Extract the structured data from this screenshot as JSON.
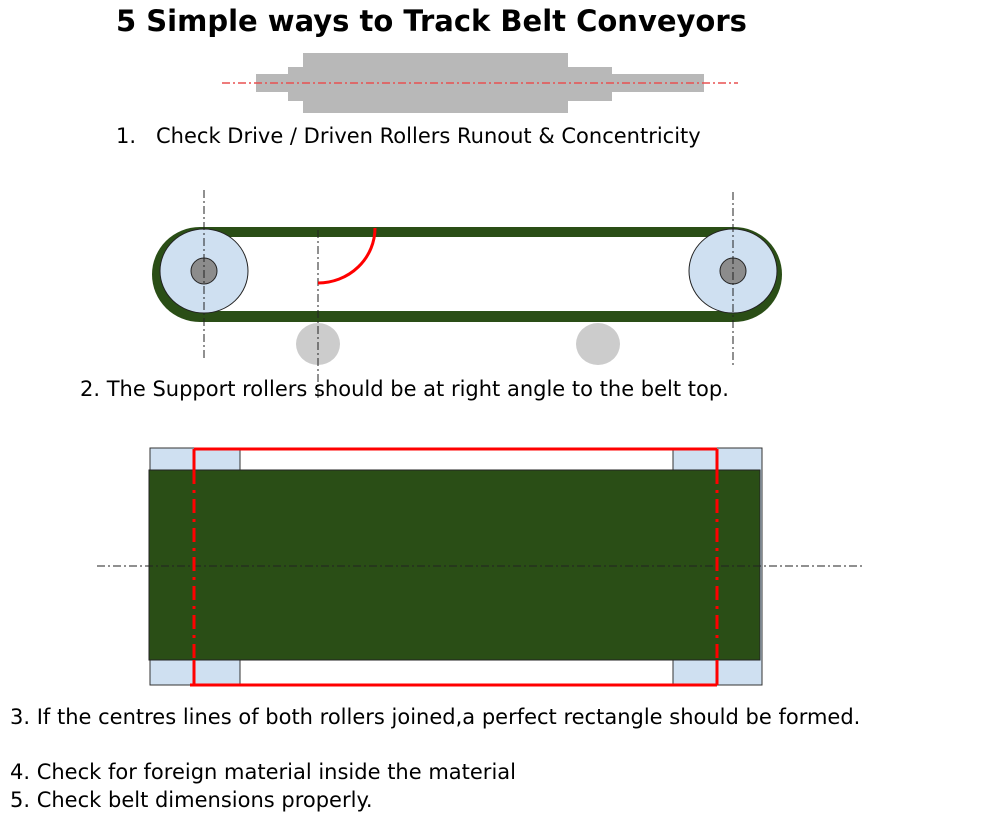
{
  "title": "5 Simple ways to Track Belt Conveyors",
  "steps": [
    {
      "number": "1.",
      "text": "Check Drive / Driven Rollers Runout & Concentricity"
    },
    {
      "text": "2. The Support rollers should be at right angle to the belt top."
    },
    {
      "text": "3. If the centres lines of both rollers joined,a perfect rectangle  should be formed."
    },
    {
      "text": "4. Check for foreign material inside the material"
    },
    {
      "text": "5. Check belt dimensions properly."
    }
  ],
  "colors": {
    "belt": "#2a4e16",
    "roller": "#cfe0f1",
    "shaft": "#b8b8b8",
    "hub": "#8c8c8c",
    "support_roller": "#cccccc",
    "highlight": "#ff0000"
  }
}
